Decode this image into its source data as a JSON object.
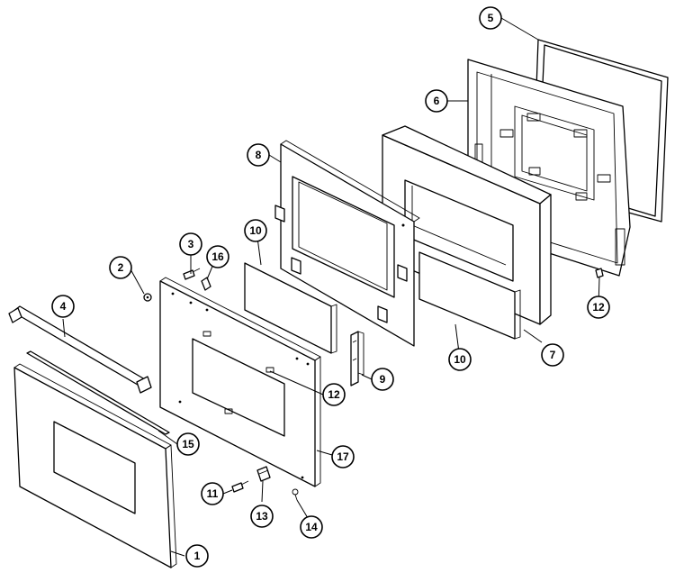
{
  "callouts": [
    {
      "id": "1",
      "label": "1"
    },
    {
      "id": "2",
      "label": "2"
    },
    {
      "id": "3",
      "label": "3"
    },
    {
      "id": "4",
      "label": "4"
    },
    {
      "id": "5",
      "label": "5"
    },
    {
      "id": "6",
      "label": "6"
    },
    {
      "id": "7",
      "label": "7"
    },
    {
      "id": "8",
      "label": "8"
    },
    {
      "id": "9",
      "label": "9"
    },
    {
      "id": "10a",
      "label": "10"
    },
    {
      "id": "10b",
      "label": "10"
    },
    {
      "id": "11",
      "label": "11"
    },
    {
      "id": "12a",
      "label": "12"
    },
    {
      "id": "12b",
      "label": "12"
    },
    {
      "id": "13",
      "label": "13"
    },
    {
      "id": "14",
      "label": "14"
    },
    {
      "id": "15",
      "label": "15"
    },
    {
      "id": "16",
      "label": "16"
    },
    {
      "id": "17",
      "label": "17"
    }
  ]
}
